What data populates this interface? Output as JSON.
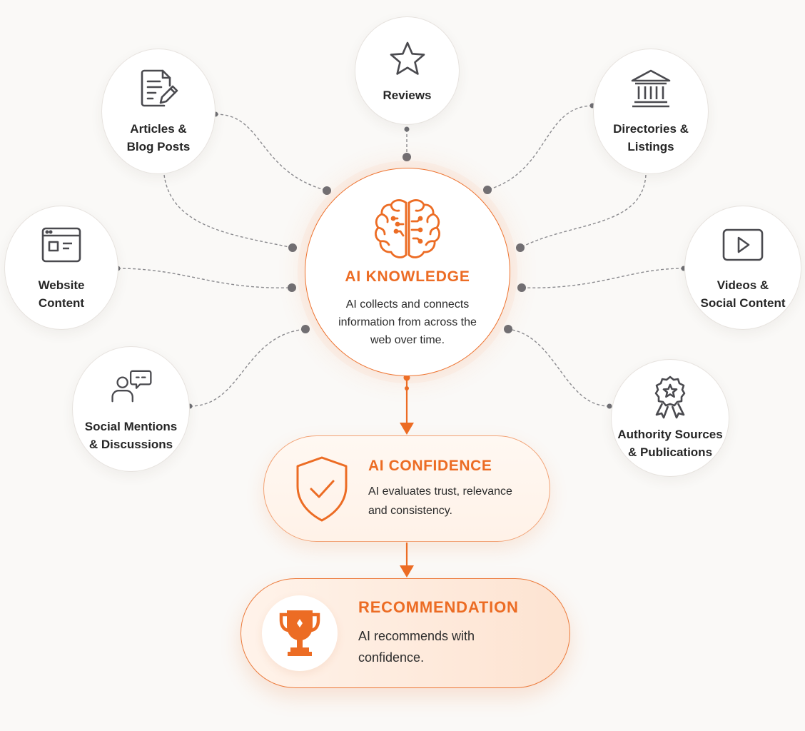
{
  "sources": {
    "reviews": "Reviews",
    "articles": "Articles &\nBlog Posts",
    "directories": "Directories &\nListings",
    "website": "Website\nContent",
    "videos": "Videos &\nSocial Content",
    "social": "Social Mentions\n& Discussions",
    "authority": "Authority Sources\n& Publications"
  },
  "hub": {
    "title": "AI KNOWLEDGE",
    "description": "AI collects and connects information from across the web over time."
  },
  "confidence": {
    "title": "AI CONFIDENCE",
    "description": "AI evaluates trust, relevance and consistency."
  },
  "recommendation": {
    "title": "RECOMMENDATION",
    "description": "AI recommends with confidence."
  },
  "icons": {
    "reviews": "star-icon",
    "articles": "document-pen-icon",
    "directories": "building-columns-icon",
    "website": "browser-window-icon",
    "videos": "play-button-icon",
    "social": "person-chat-icon",
    "authority": "award-ribbon-icon",
    "hub": "brain-icon",
    "confidence": "shield-check-icon",
    "recommendation": "trophy-icon"
  },
  "colors": {
    "accent": "#ec6c24",
    "connector": "#77777b",
    "icon": "#4a4a4f",
    "background": "#faf9f7"
  }
}
